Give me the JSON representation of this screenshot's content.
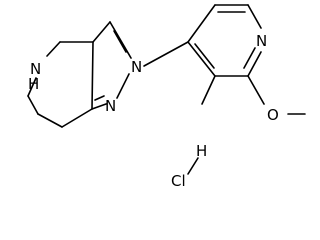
{
  "molecule": {
    "atoms": {
      "nh": "N",
      "h_of_nh": "H",
      "n_pyrazole_2": "N",
      "n_pyrazole_1": "N",
      "n_pyridine": "N",
      "o_methoxy": "O"
    },
    "salt": {
      "chlorine": "Cl",
      "hydrogen": "H"
    }
  },
  "colors": {
    "ink": "#000000",
    "background": "#ffffff"
  }
}
